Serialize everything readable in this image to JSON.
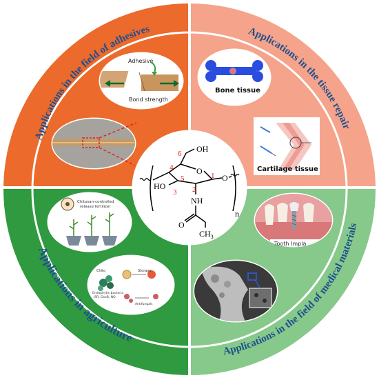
{
  "quadrants": {
    "adhesives": {
      "title": "Applications in the field of adhesives",
      "color": "#ec6a2c"
    },
    "tissue_repair": {
      "title": "Applications in the tissue repair",
      "color": "#f5a38a"
    },
    "agriculture": {
      "title": "Applications in agriculture",
      "color": "#2f9a3f"
    },
    "medical": {
      "title": "Applications in the field of medical materials",
      "color": "#86c98a"
    }
  },
  "title_color": "#1f4f8f",
  "adhesive_panel": {
    "adhesive_label": "Adhesive",
    "strength_label": "Bond strength"
  },
  "bone_panel": {
    "label": "Bone tissue"
  },
  "cartilage_panel": {
    "label": "Cartilage tissue"
  },
  "tooth_panel": {
    "label": "Tooth Impla"
  },
  "fertilizer_panel": {
    "label_line1": "Chitosan-controlled",
    "label_line2": "release fertilizer"
  },
  "antifungal_panel": {
    "label_chito": "Chito",
    "label_storage": "Storage",
    "label_anti": "Antifungals",
    "label_path1": "Endophytic bacteria",
    "label_path2": "ISR, GseB, NO"
  },
  "molecule": {
    "oh_top": "OH",
    "ho_left": "HO",
    "o_ring": "O",
    "o_link": "O",
    "nh": "NH",
    "carbonyl_o": "O",
    "ch3": "CH",
    "ch3_sub": "3",
    "n_repeat": "n",
    "num1": "1",
    "num2": "2",
    "num3": "3",
    "num4": "4",
    "num5": "5",
    "num6": "6"
  }
}
